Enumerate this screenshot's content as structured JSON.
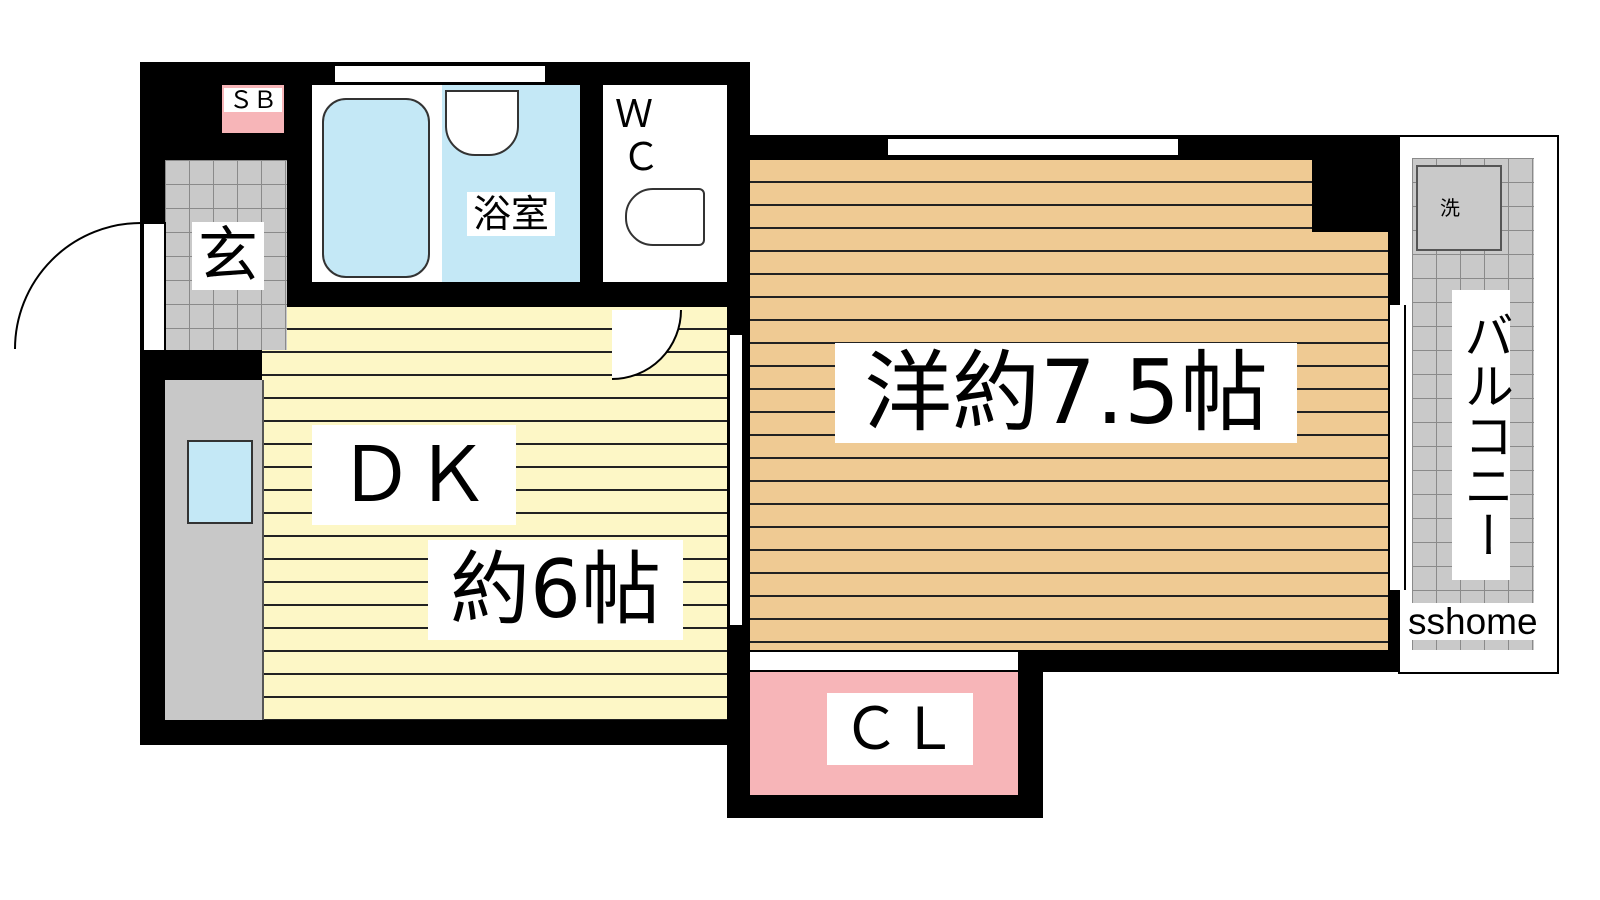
{
  "rooms": {
    "shoe_box": "ＳＢ",
    "entrance": "玄",
    "bathroom": "浴室",
    "wc_w": "Ｗ",
    "wc_c": "Ｃ",
    "washer": "洗",
    "dk_name": "ＤＫ",
    "dk_size": "約6帖",
    "western_room": "洋約7.5帖",
    "closet": "ＣＬ",
    "balcony": "バルコニー"
  },
  "watermark": "sshome",
  "colors": {
    "dk": "#fdf7c6",
    "western": "#efca93",
    "bath": "#c4e8f6",
    "closet": "#f7b5b8",
    "tile": "#c9c9c9"
  }
}
